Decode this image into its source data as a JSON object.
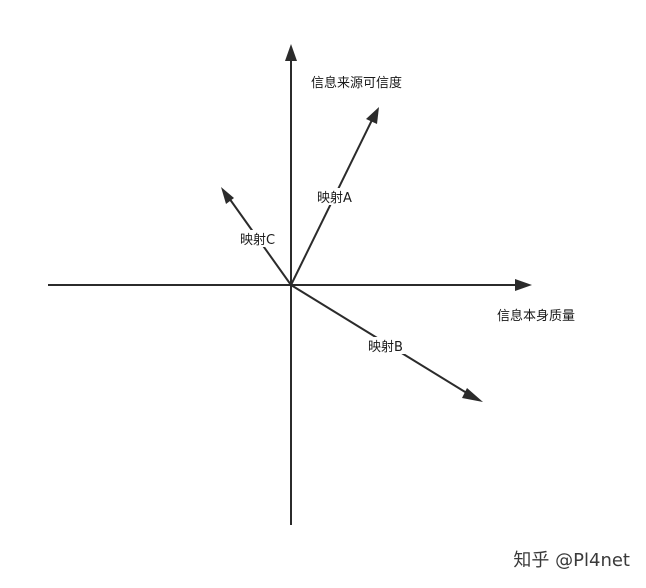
{
  "axes": {
    "y_label": "信息来源可信度",
    "x_label": "信息本身质量"
  },
  "vectors": [
    {
      "label": "映射A"
    },
    {
      "label": "映射B"
    },
    {
      "label": "映射C"
    }
  ],
  "watermark": "知乎 @Pl4net",
  "colors": {
    "stroke": "#2b2b2b",
    "text": "#1a1a1a",
    "background": "#ffffff"
  }
}
